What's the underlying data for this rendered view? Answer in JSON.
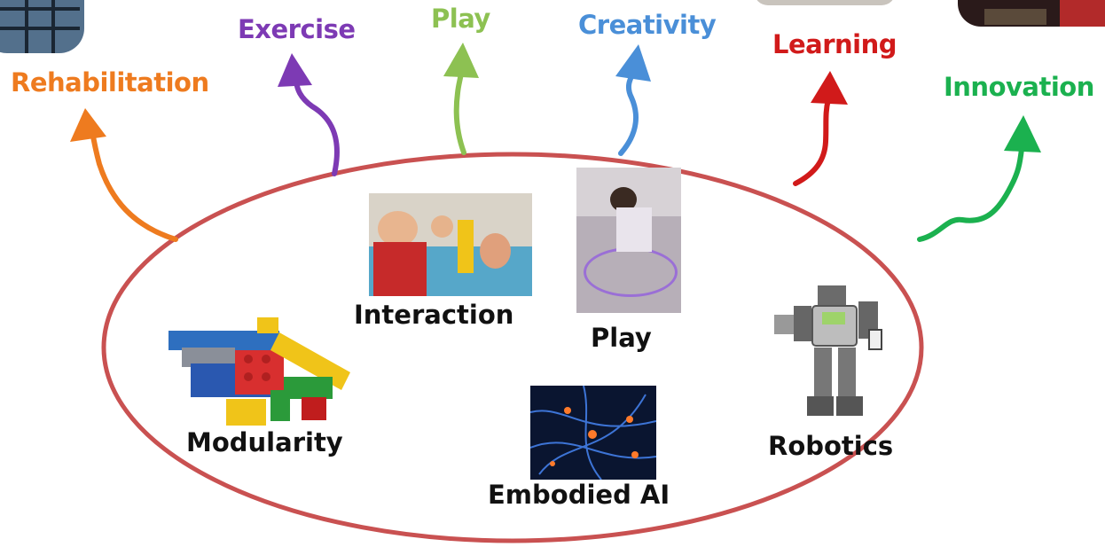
{
  "outcomes": [
    {
      "id": "rehabilitation",
      "label": "Rehabilitation",
      "color": "#ee7b1f"
    },
    {
      "id": "exercise",
      "label": "Exercise",
      "color": "#7d3ab4"
    },
    {
      "id": "play",
      "label": "Play",
      "color": "#8dc152"
    },
    {
      "id": "creativity",
      "label": "Creativity",
      "color": "#4a8fd8"
    },
    {
      "id": "learning",
      "label": "Learning",
      "color": "#d11a1a"
    },
    {
      "id": "innovation",
      "label": "Innovation",
      "color": "#1bb14f"
    }
  ],
  "concepts": {
    "interaction": "Interaction",
    "play": "Play",
    "modularity": "Modularity",
    "robotics": "Robotics",
    "embodied_ai": "Embodied AI"
  },
  "ellipse_color": "#c95151"
}
